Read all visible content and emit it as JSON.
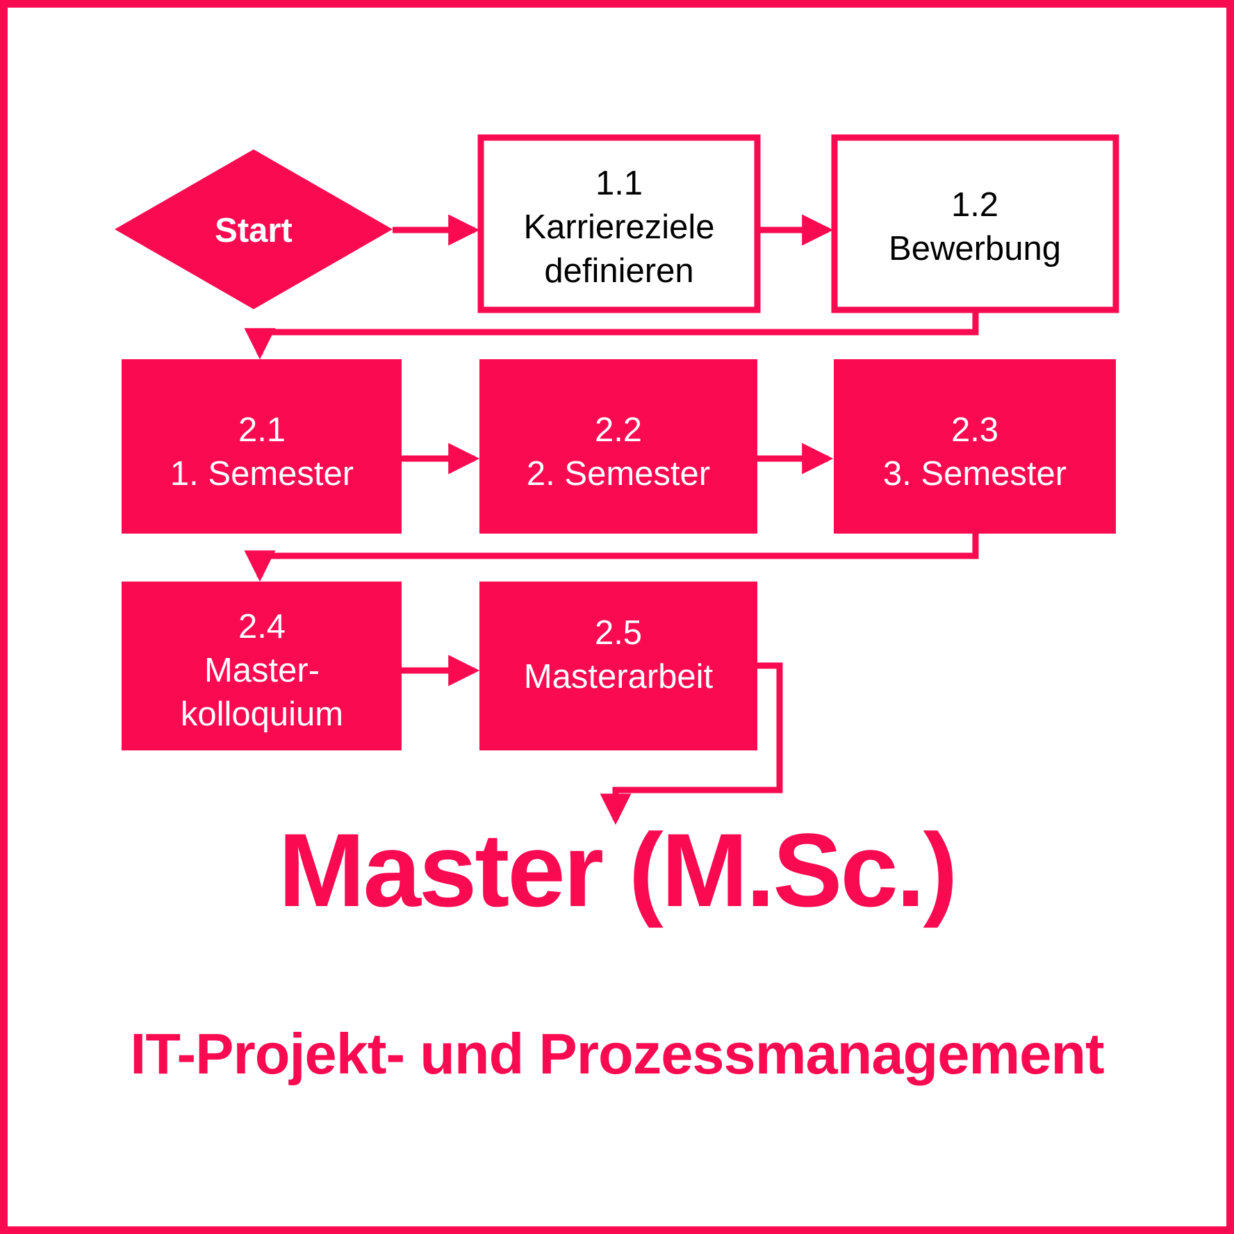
{
  "theme": {
    "accent": "#FA0A51",
    "background": "#FFFFFF",
    "text_on_accent": "#FFFFFF",
    "text_dark": "#000000"
  },
  "diagram": {
    "type": "flowchart",
    "start_node": {
      "id": "start",
      "shape": "diamond",
      "label": "Start",
      "fill": "solid"
    },
    "nodes": [
      {
        "id": "1.1",
        "shape": "rect",
        "fill": "outline",
        "number": "1.1",
        "line1": "Karriereziele",
        "line2": "definieren"
      },
      {
        "id": "1.2",
        "shape": "rect",
        "fill": "outline",
        "number": "1.2",
        "line1": "Bewerbung",
        "line2": ""
      },
      {
        "id": "2.1",
        "shape": "rect",
        "fill": "solid",
        "number": "2.1",
        "line1": "1. Semester",
        "line2": ""
      },
      {
        "id": "2.2",
        "shape": "rect",
        "fill": "solid",
        "number": "2.2",
        "line1": "2. Semester",
        "line2": ""
      },
      {
        "id": "2.3",
        "shape": "rect",
        "fill": "solid",
        "number": "2.3",
        "line1": "3. Semester",
        "line2": ""
      },
      {
        "id": "2.4",
        "shape": "rect",
        "fill": "solid",
        "number": "2.4",
        "line1": "Master-",
        "line2": "kolloquium"
      },
      {
        "id": "2.5",
        "shape": "rect",
        "fill": "solid",
        "number": "2.5",
        "line1": "Masterarbeit",
        "line2": ""
      }
    ],
    "edges": [
      {
        "from": "start",
        "to": "1.1",
        "kind": "straight"
      },
      {
        "from": "1.1",
        "to": "1.2",
        "kind": "straight"
      },
      {
        "from": "1.2",
        "to": "2.1",
        "kind": "elbow-down-left"
      },
      {
        "from": "2.1",
        "to": "2.2",
        "kind": "straight"
      },
      {
        "from": "2.2",
        "to": "2.3",
        "kind": "straight"
      },
      {
        "from": "2.3",
        "to": "2.4",
        "kind": "elbow-down-left"
      },
      {
        "from": "2.4",
        "to": "2.5",
        "kind": "straight"
      },
      {
        "from": "2.5",
        "to": "title",
        "kind": "elbow-down-left"
      }
    ]
  },
  "footer": {
    "degree_title": "Master (M.Sc.)",
    "program_name": "IT-Projekt- und Prozessmanagement"
  }
}
